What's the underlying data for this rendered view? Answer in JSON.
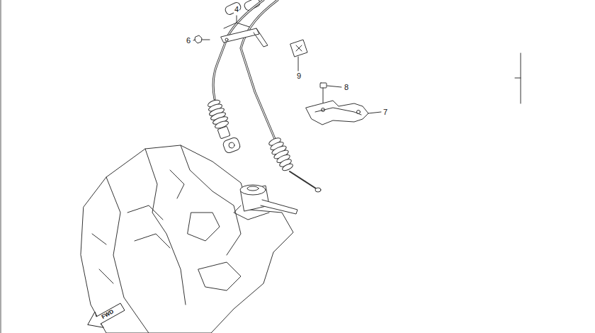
{
  "diagram": {
    "labels": [
      "4",
      "6",
      "9",
      "8",
      "7",
      "FWD"
    ]
  }
}
